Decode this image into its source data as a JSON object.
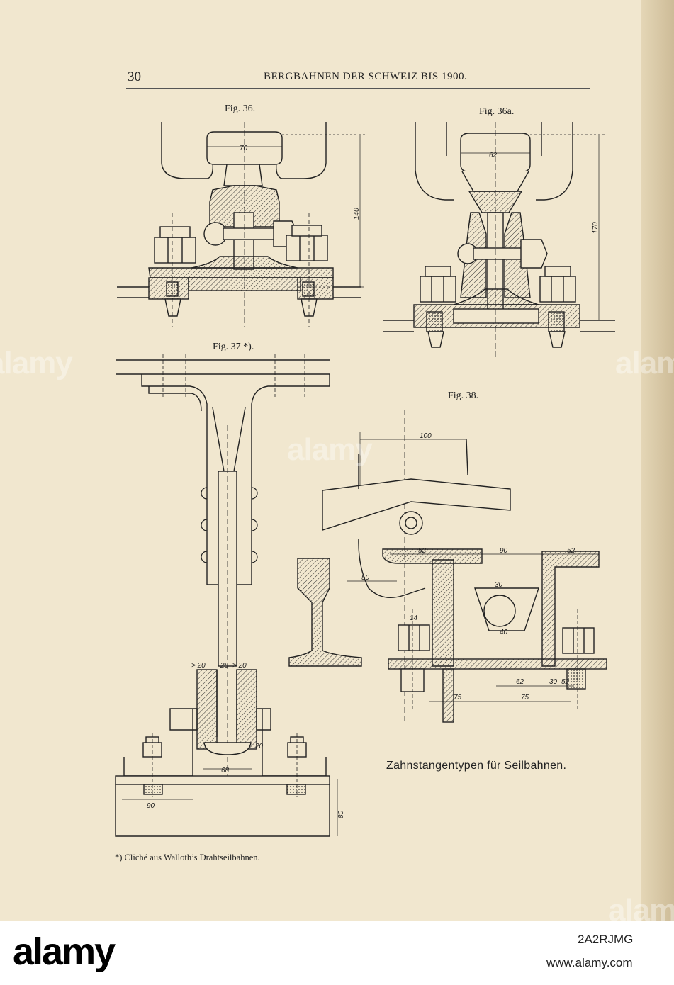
{
  "page": {
    "page_number": "30",
    "running_head": "BERGBAHNEN DER SCHWEIZ BIS 1900.",
    "figures": {
      "fig36": {
        "caption": "Fig. 36.",
        "dims": {
          "width": "70",
          "height": "140"
        }
      },
      "fig36a": {
        "caption": "Fig. 36a.",
        "dims": {
          "width": "62",
          "height": "170"
        }
      },
      "fig37": {
        "caption": "Fig. 37 *).",
        "dims": {
          "gap_left": "> 20",
          "web": "28",
          "gap_right": "> 20",
          "side": "20",
          "foot": "68",
          "offset": "90",
          "depth": "80"
        }
      },
      "fig38": {
        "caption": "Fig. 38.",
        "dims": {
          "top": "100",
          "a": "50",
          "b": "52",
          "c": "90",
          "d": "52",
          "e": "30",
          "f": "40",
          "g": "62",
          "h": "30",
          "i": "52",
          "j": "75",
          "k": "75",
          "l": "14"
        }
      }
    },
    "main_caption": "Zahnstangentypen für Seilbahnen.",
    "footnote": "*) Cliché aus Walloth’s Drahtseilbahnen."
  },
  "watermark": "alamy",
  "footer": {
    "logo": "alamy",
    "image_id": "2A2RJMG",
    "url": "www.alamy.com"
  },
  "colors": {
    "paper": "#f1e7cf",
    "ink": "#222222"
  }
}
